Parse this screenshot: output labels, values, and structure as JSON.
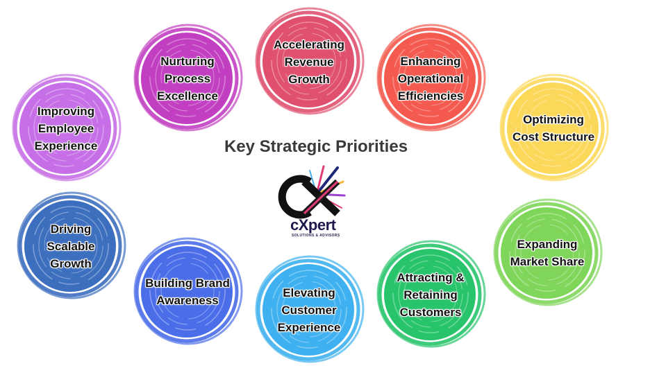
{
  "title": "Key Strategic Priorities",
  "logo": {
    "mark": "CX",
    "name": "cXpert",
    "tagline": "SOLUTIONS & ADVISORS"
  },
  "priorities": [
    {
      "label": "Improving Employee Experience",
      "color": "#c66fe6"
    },
    {
      "label": "Nurturing Process Excellence",
      "color": "#c23fc1"
    },
    {
      "label": "Accelerating Revenue Growth",
      "color": "#e0516f"
    },
    {
      "label": "Enhancing Operational Efficiencies",
      "color": "#f45a4f"
    },
    {
      "label": "Optimizing Cost Structure",
      "color": "#fcd85a"
    },
    {
      "label": "Expanding Market Share",
      "color": "#7fd65a"
    },
    {
      "label": "Attracting & Retaining Customers",
      "color": "#28c46c"
    },
    {
      "label": "Elevating Customer Experience",
      "color": "#3fb1f0"
    },
    {
      "label": "Building Brand Awareness",
      "color": "#4b6ee8"
    },
    {
      "label": "Driving Scalable Growth",
      "color": "#3d6fbf"
    }
  ]
}
